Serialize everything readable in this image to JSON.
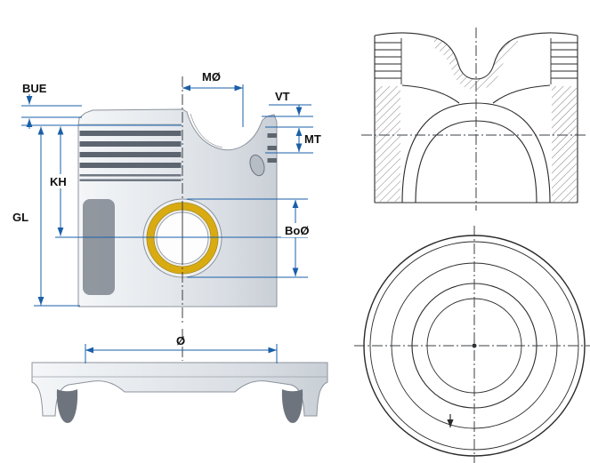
{
  "diagram": {
    "labels": {
      "bue": "BUE",
      "mo": "MØ",
      "vt": "VT",
      "mt": "MT",
      "kh": "KH",
      "gl": "GL",
      "bo": "BoØ",
      "dia": "Ø"
    },
    "colors": {
      "dimension_blue": "#1a5fa8",
      "label_text": "#111111",
      "piston_light": "#e9edf1",
      "piston_shadow": "#7f868f",
      "groove_dark": "#5d6570",
      "bushing_gold": "#d9ab10",
      "line_black": "#2a2a2a"
    }
  }
}
